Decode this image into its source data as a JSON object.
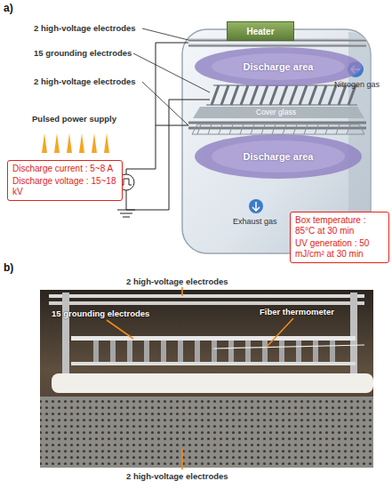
{
  "diagram": {
    "nodes": [
      {
        "text": [
          "Heater"
        ]
      },
      {
        "text": [
          "Discharge area"
        ]
      },
      {
        "text": [
          "Discharge area"
        ]
      },
      {
        "text": [
          "Discharge current : 5~8 A",
          "Discharge voltage : 15~18 kV"
        ]
      },
      {
        "text": [
          "Box temperature : 85°C at 30 min",
          "UV generation : 50 mJ/cm² at 30 min"
        ]
      }
    ],
    "labels": [
      "a)",
      "2 high-voltage electrodes",
      "15 grounding electrodes",
      "2 high-voltage electrodes",
      "Nitrogen gas",
      "Cover glass",
      "Pulsed power supply",
      "Exhaust gas",
      "b)",
      "2 high-voltage electrodes",
      "15 grounding electrodes",
      "Fiber thermometer",
      "2 high-voltage electrodes"
    ]
  }
}
